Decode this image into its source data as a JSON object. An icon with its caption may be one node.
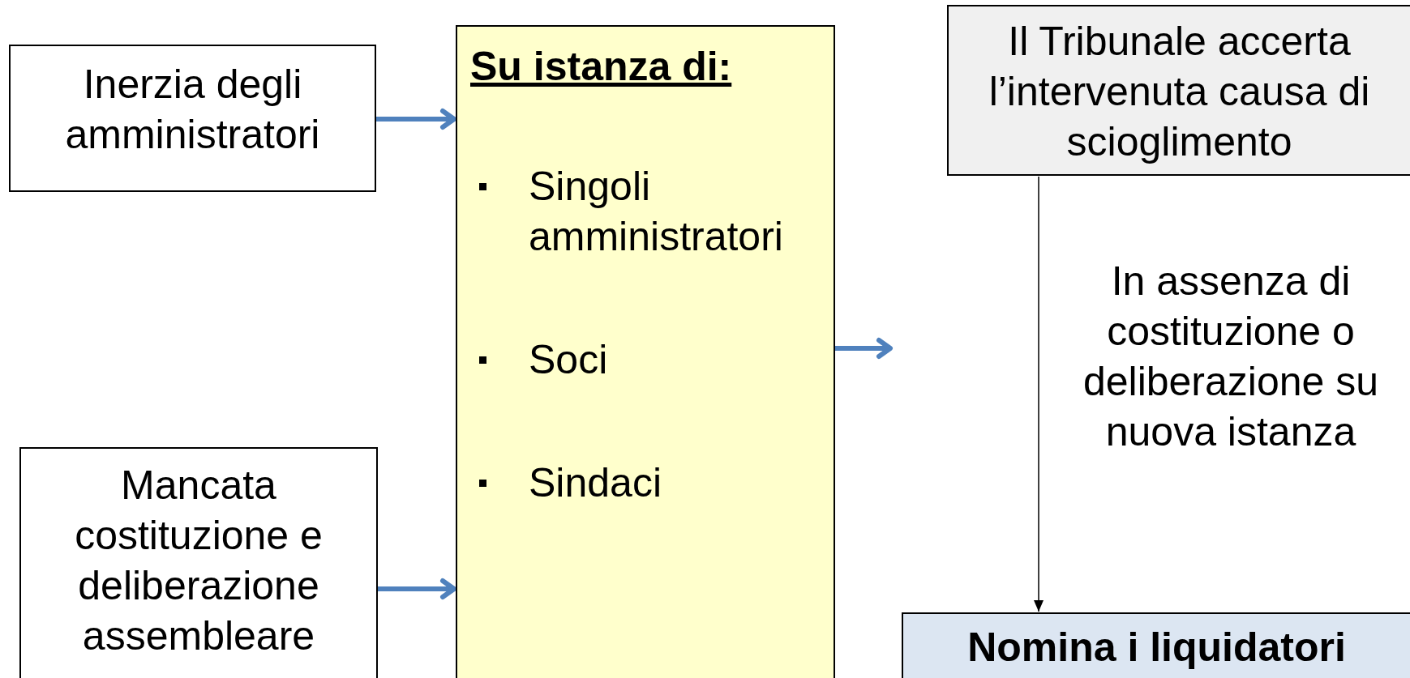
{
  "diagram": {
    "nodes": [
      {
        "text": [
          "Inerzia degli amministratori"
        ]
      },
      {
        "text": [
          "Su istanza di:",
          "Singoli amministratori",
          "Soci",
          "Sindaci"
        ]
      },
      {
        "text": [
          "Il Tribunale accerta l’intervenuta causa di scioglimento"
        ]
      },
      {
        "text": [
          "Mancata costituzione e deliberazione assembleare"
        ]
      },
      {
        "text": [
          "Nomina i liquidatori"
        ]
      }
    ],
    "edges": [
      {
        "from": 0,
        "to": 1,
        "arrow": "to"
      },
      {
        "from": 3,
        "to": 1,
        "arrow": "to"
      },
      {
        "from": 1,
        "to": null,
        "arrow": "to"
      },
      {
        "from": 2,
        "to": 4,
        "arrow": "to",
        "color": "#000000",
        "label": "In assenza di costituzione o deliberazione su nuova istanza"
      }
    ]
  }
}
